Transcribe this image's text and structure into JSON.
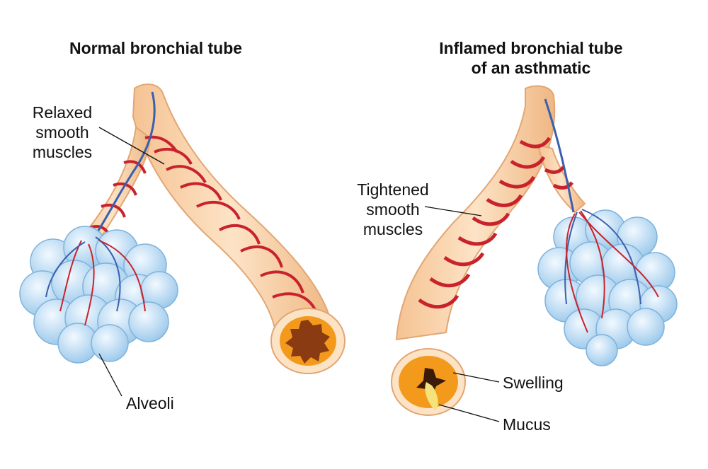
{
  "titles": {
    "normal": "Normal bronchial tube",
    "inflamed_line1": "Inflamed bronchial tube",
    "inflamed_line2": "of an asthmatic"
  },
  "labels": {
    "relaxed_line1": "Relaxed",
    "relaxed_line2": "smooth",
    "relaxed_line3": "muscles",
    "tightened_line1": "Tightened",
    "tightened_line2": "smooth",
    "tightened_line3": "muscles",
    "alveoli": "Alveoli",
    "swelling": "Swelling",
    "mucus": "Mucus"
  },
  "colors": {
    "tube": "#f7cfa6",
    "tube_edge": "#e8b07e",
    "muscle": "#c8232c",
    "vein": "#3b5fae",
    "alveoli": "#bcdcf3",
    "alveoli_edge": "#7fb2dc",
    "lumen_normal": "#8a3b12",
    "swelling": "#f39a1d",
    "mucus": "#f6e27a"
  }
}
